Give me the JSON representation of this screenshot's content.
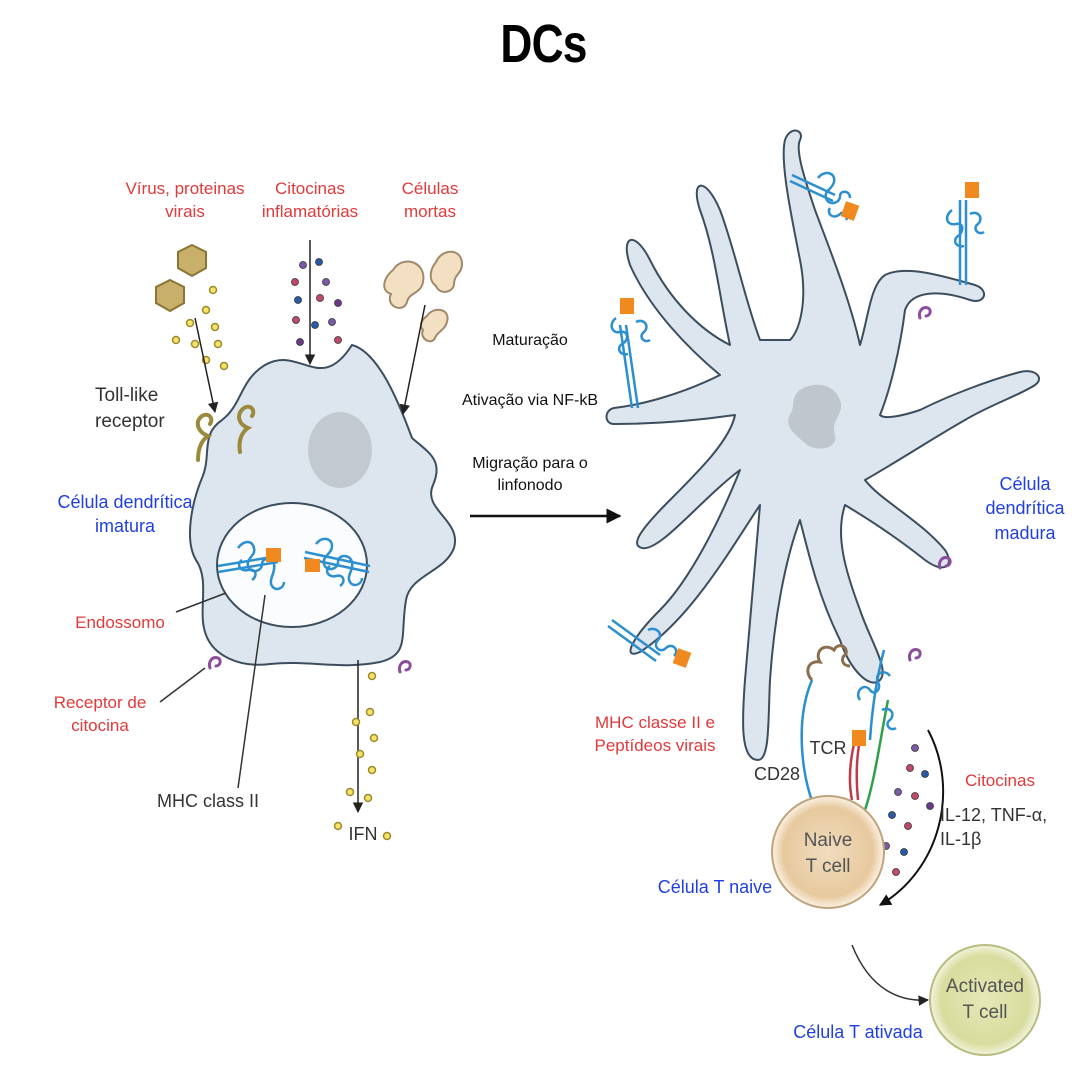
{
  "title": "DCs",
  "stimuli": {
    "virus": "Vírus, proteinas\nvirais",
    "cytokines": "Citocinas\ninflamatórias",
    "dead_cells": "Células\nmortas"
  },
  "immature_cell": {
    "toll_like": "Toll-like\nreceptor",
    "name": "Célula dendrítica\nimatura",
    "endosome": "Endossomo",
    "cytokine_receptor": "Receptor de\ncitocina",
    "mhc": "MHC class II",
    "ifn": "IFN"
  },
  "steps": {
    "maturation": "Maturação",
    "activation": "Ativação via NF-kB",
    "migration": "Migração para o\nlinfonodo"
  },
  "mature_cell": {
    "name": "Célula\ndendrítica\nmadura",
    "mhc_peptides": "MHC classe II e\nPeptídeos virais",
    "cd28": "CD28",
    "tcr": "TCR",
    "cytokines_title": "Citocinas",
    "cytokines_list": "IL-12, TNF-α,\nIL-1β"
  },
  "t_cells": {
    "naive_inside": "Naive\nT cell",
    "naive_label": "Célula T naive",
    "activated_inside": "Activated\nT cell",
    "activated_label": "Célula T ativada"
  },
  "colors": {
    "cell_fill": "#dde6ee",
    "cell_stroke": "#3c4e5e",
    "label_red": "#e03a3a",
    "label_blue": "#1f3fe0",
    "mhc_blue": "#2b8fd0",
    "peptide_orange": "#f08a1e"
  }
}
